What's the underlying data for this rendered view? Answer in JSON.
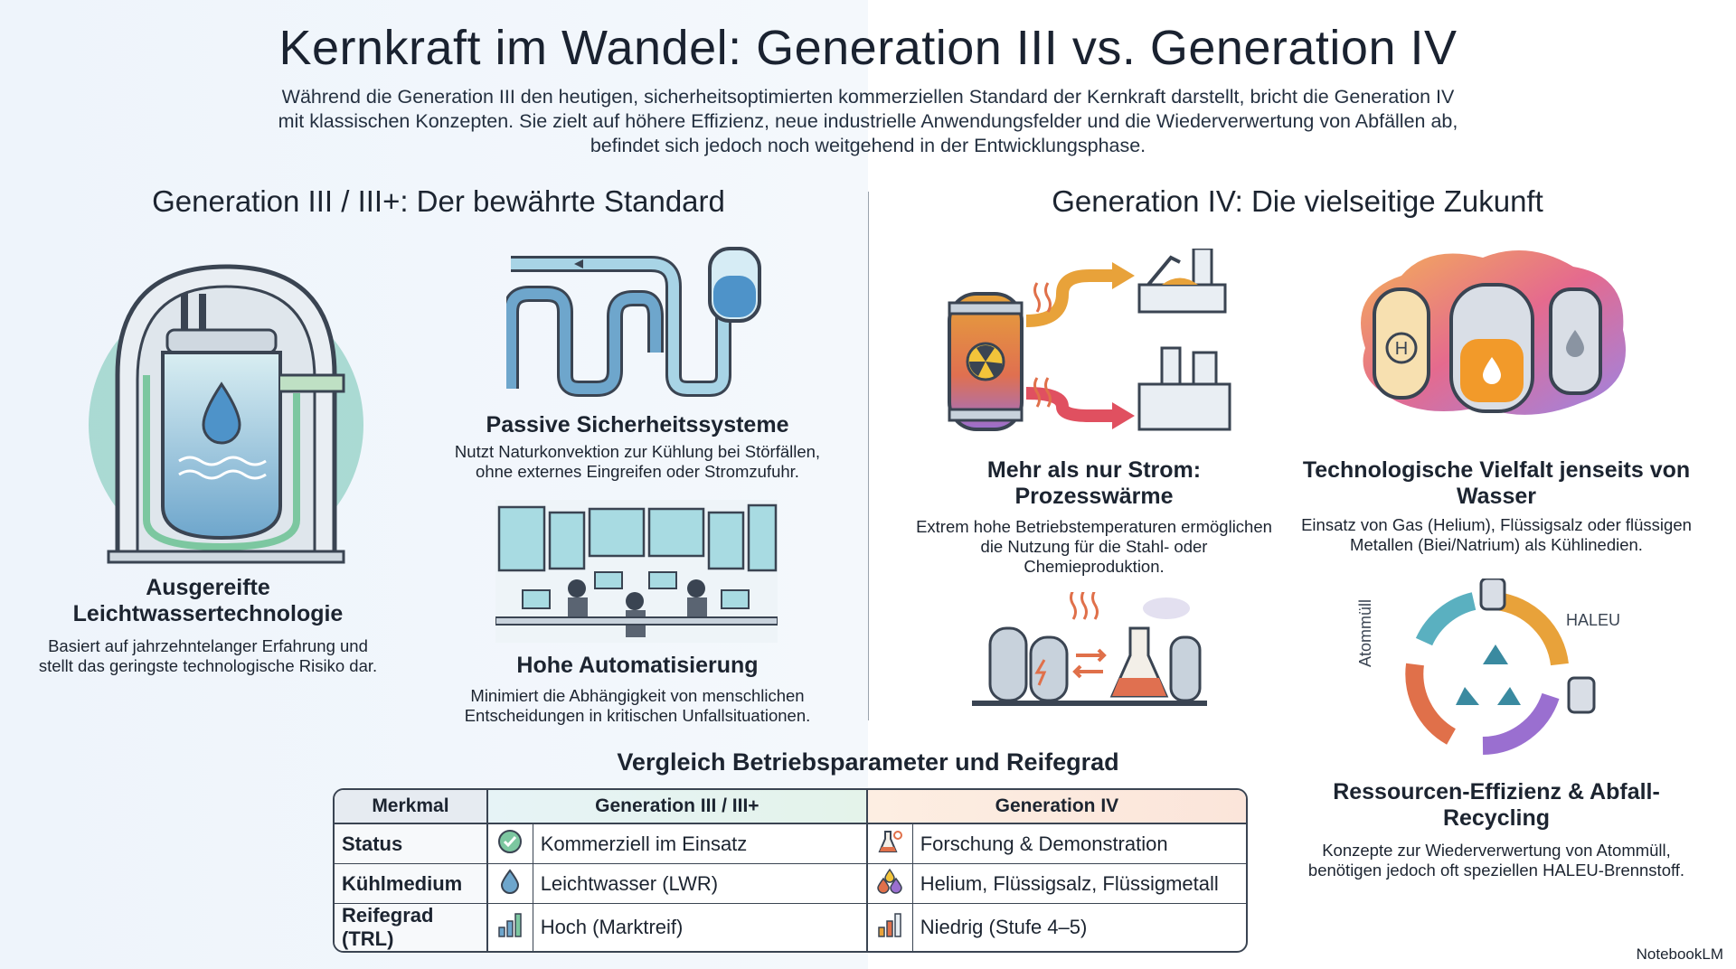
{
  "title": "Kernkraft im Wandel: Generation III vs. Generation IV",
  "intro": "Während die Generation III den heutigen, sicherheitsoptimierten kommerziellen Standard der Kernkraft darstellt, bricht die Generation IV mit klassischen Konzepten. Sie zielt auf höhere Effizienz, neue industrielle Anwendungsfelder und die Wiederverwertung von Abfällen ab, befindet sich jedoch noch weitgehend in der Entwicklungsphase.",
  "gen3": {
    "heading": "Generation III / III+: Der bewährte Standard",
    "features": [
      {
        "title": "Ausgereifte Leichtwassertechnologie",
        "desc": "Basiert auf jahrzehntelanger Erfahrung und stellt das geringste technologische Risiko dar.",
        "icon": "reactor-vessel-icon"
      },
      {
        "title": "Passive Sicherheitssysteme",
        "desc": "Nutzt Naturkonvektion zur Kühlung bei Störfällen, ohne externes Eingreifen oder Stromzufuhr.",
        "icon": "pipe-system-icon"
      },
      {
        "title": "Hohe Automatisierung",
        "desc": "Minimiert die Abhängigkeit von menschlichen Entscheidungen in kritischen Unfallsituationen.",
        "icon": "control-room-icon"
      }
    ]
  },
  "gen4": {
    "heading": "Generation IV: Die vielseitige Zukunft",
    "features": [
      {
        "title": "Mehr als nur Strom: Prozesswärme",
        "desc": "Extrem hohe Betriebstemperaturen ermöglichen die Nutzung für die Stahl- oder Chemieproduktion.",
        "icon": "process-heat-icon"
      },
      {
        "title": "Technologische Vielfalt jenseits von Wasser",
        "desc": "Einsatz von Gas (Helium), Flüssigsalz oder flüssigen Metallen (Biei/Natrium) als Kühlinedien.",
        "icon": "coolant-vessels-icon"
      },
      {
        "title": "Ressourcen-Effizienz & Abfall-Recycling",
        "desc": "Konzepte zur Wiederverwertung von Atommüll, benötigen jedoch oft speziellen HALEU-Brennstoff.",
        "icon": "recycling-cycle-icon"
      }
    ],
    "cycle_labels": {
      "left": "Atommüll",
      "right": "HALEU"
    },
    "h_label": "H"
  },
  "table": {
    "caption": "Vergleich Betriebsparameter und Reifegrad",
    "headers": [
      "Merkmal",
      "Generation III / III+",
      "Generation IV"
    ],
    "rows": [
      {
        "label": "Status",
        "gen3": "Kommerziell im Einsatz",
        "gen3_icon": "check-badge-icon",
        "gen4": "Forschung & Demonstration",
        "gen4_icon": "flask-gear-icon"
      },
      {
        "label": "Kühlmedium",
        "gen3": "Leichtwasser (LWR)",
        "gen3_icon": "water-drop-icon",
        "gen4": "Helium, Flüssigsalz, Flüssigmetall",
        "gen4_icon": "drops-icon"
      },
      {
        "label": "Reifegrad (TRL)",
        "gen3": "Hoch (Marktreif)",
        "gen3_icon": "bar-chart-high-icon",
        "gen4": "Niedrig (Stufe 4–5)",
        "gen4_icon": "bar-chart-low-icon"
      }
    ]
  },
  "brand": "NotebookLM",
  "colors": {
    "gen3_accent": "#5aa6c8",
    "gen4_accent": "#e8823a",
    "dark": "#1c2430"
  }
}
